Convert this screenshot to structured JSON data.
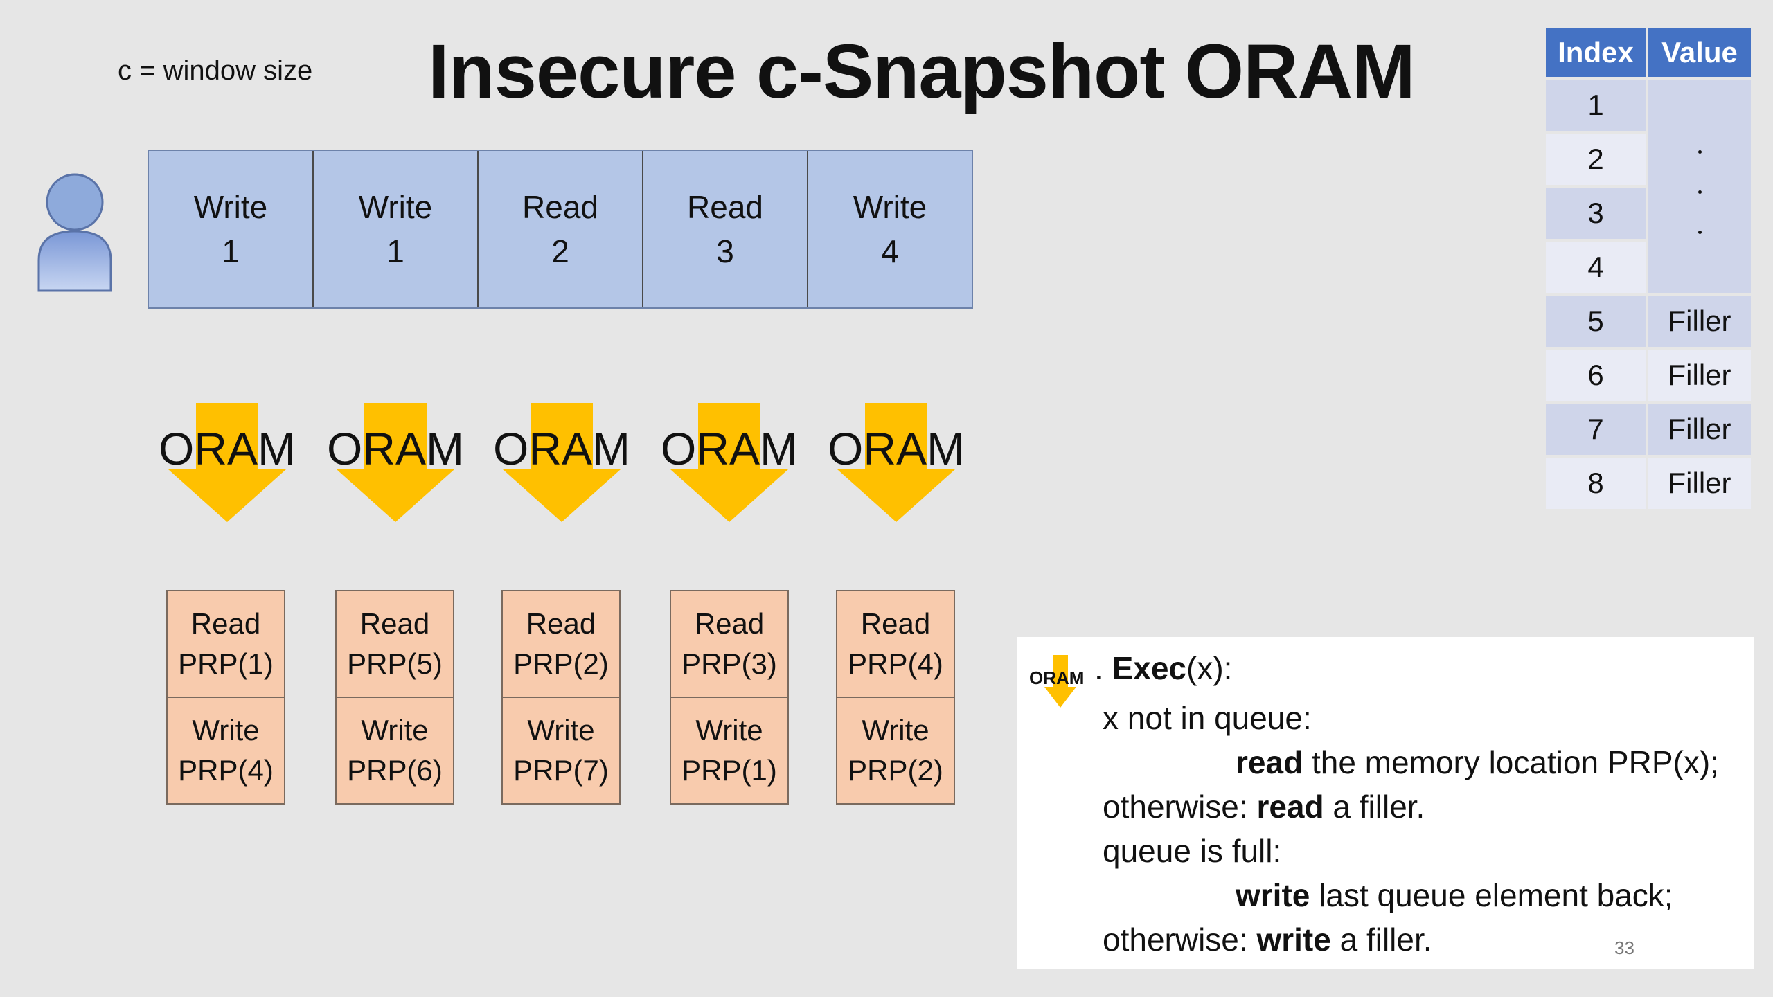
{
  "note": "c = window size",
  "title": "Insecure c-Snapshot ORAM",
  "queue": [
    {
      "op": "Write",
      "arg": "1"
    },
    {
      "op": "Write",
      "arg": "1"
    },
    {
      "op": "Read",
      "arg": "2"
    },
    {
      "op": "Read",
      "arg": "3"
    },
    {
      "op": "Write",
      "arg": "4"
    }
  ],
  "oram_label": "ORAM",
  "ops": [
    {
      "read": "Read",
      "read_arg": "PRP(1)",
      "write": "Write",
      "write_arg": "PRP(4)"
    },
    {
      "read": "Read",
      "read_arg": "PRP(5)",
      "write": "Write",
      "write_arg": "PRP(6)"
    },
    {
      "read": "Read",
      "read_arg": "PRP(2)",
      "write": "Write",
      "write_arg": "PRP(7)"
    },
    {
      "read": "Read",
      "read_arg": "PRP(3)",
      "write": "Write",
      "write_arg": "PRP(1)"
    },
    {
      "read": "Read",
      "read_arg": "PRP(4)",
      "write": "Write",
      "write_arg": "PRP(2)"
    }
  ],
  "table": {
    "headers": [
      "Index",
      "Value"
    ],
    "rows": [
      {
        "index": "1",
        "value": ""
      },
      {
        "index": "2",
        "value": ""
      },
      {
        "index": "3",
        "value": ""
      },
      {
        "index": "4",
        "value": ""
      },
      {
        "index": "5",
        "value": "Filler"
      },
      {
        "index": "6",
        "value": "Filler"
      },
      {
        "index": "7",
        "value": "Filler"
      },
      {
        "index": "8",
        "value": "Filler"
      }
    ]
  },
  "exec": {
    "oram_small": "ORAM",
    "dot": ".",
    "fn": "Exec",
    "args": "(x):",
    "l1": "x not in queue:",
    "l2_bold": "read",
    "l2_rest": " the memory location PRP(x);",
    "l3_a": "otherwise: ",
    "l3_bold": "read",
    "l3_rest": " a filler.",
    "l4": "queue is full:",
    "l5_bold": "write",
    "l5_rest": " last queue element back;",
    "l6_a": "otherwise: ",
    "l6_bold": "write",
    "l6_rest": " a filler."
  },
  "page_number": "33",
  "colors": {
    "queue_fill": "#b4c6e7",
    "op_fill": "#f8cbad",
    "arrow": "#ffc000",
    "table_header": "#4472c4",
    "user_fill": "#8eaadb"
  }
}
